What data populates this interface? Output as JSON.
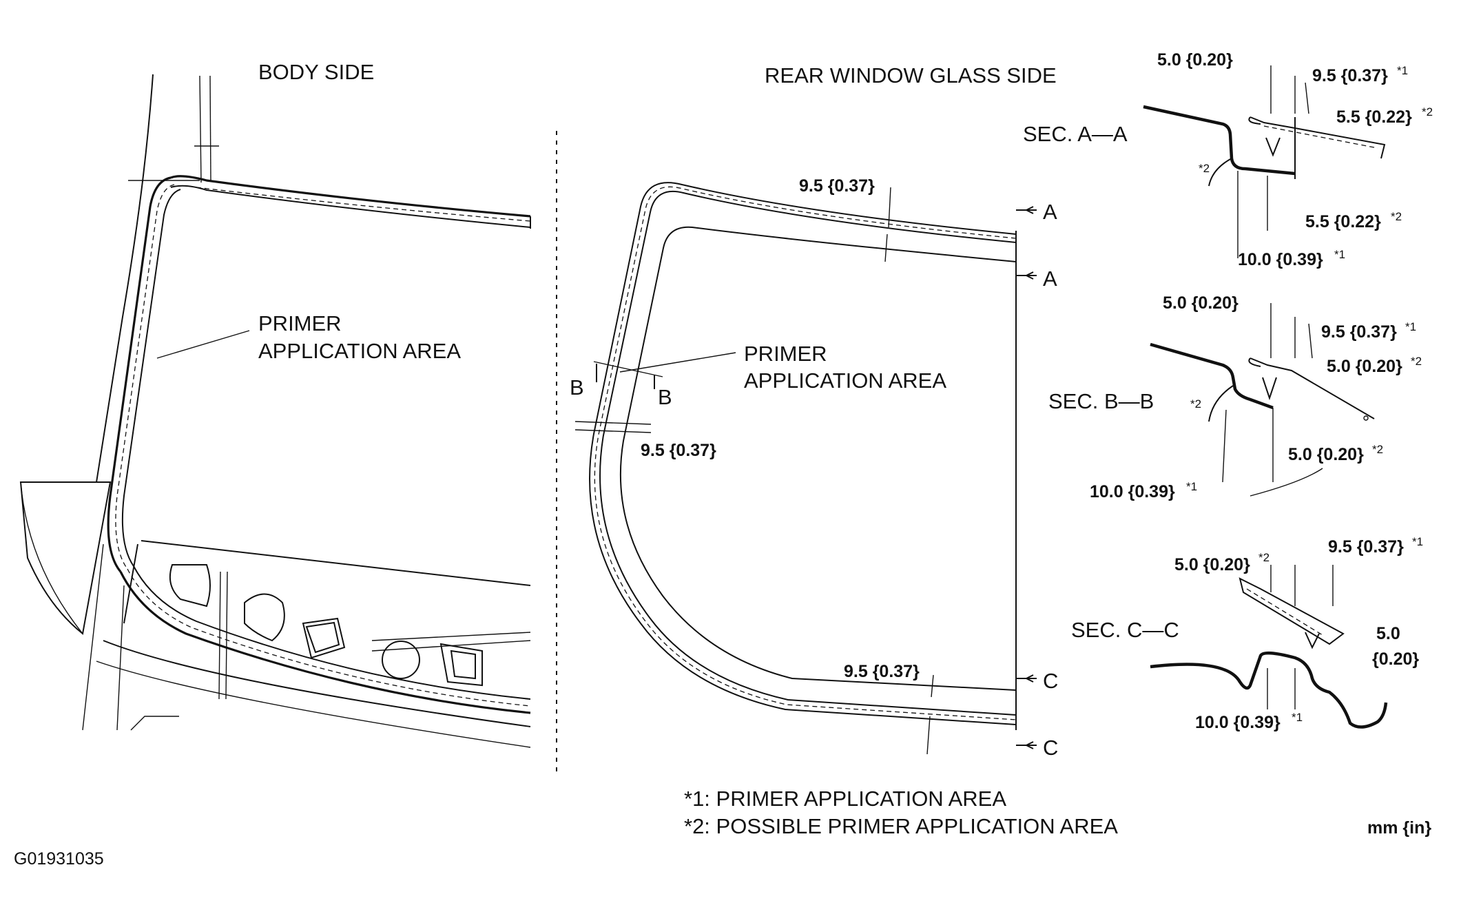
{
  "titles": {
    "body_side": "BODY SIDE",
    "glass_side": "REAR WINDOW GLASS SIDE"
  },
  "labels": {
    "primer_area_line1": "PRIMER",
    "primer_area_line2": "APPLICATION AREA",
    "cut_a": "A",
    "cut_b": "B",
    "cut_c": "C"
  },
  "dimensions": {
    "top_width": "9.5 {0.37}",
    "side_width": "9.5 {0.37}",
    "bottom_width": "9.5 {0.37}"
  },
  "sections": {
    "aa": {
      "title": "SEC. A—A",
      "d1": "5.0 {0.20}",
      "d2": "9.5 {0.37}",
      "d2_mark": "*1",
      "d3": "5.5 {0.22}",
      "d3_mark": "*2",
      "d4": "5.5 {0.22}",
      "d4_mark": "*2",
      "d5": "10.0 {0.39}",
      "d5_mark": "*1",
      "angle_mark": "*2"
    },
    "bb": {
      "title": "SEC. B—B",
      "d1": "5.0 {0.20}",
      "d2": "9.5 {0.37}",
      "d2_mark": "*1",
      "d3": "5.0 {0.20}",
      "d3_mark": "*2",
      "d4": "5.0 {0.20}",
      "d4_mark": "*2",
      "d5": "10.0 {0.39}",
      "d5_mark": "*1",
      "angle_mark": "*2"
    },
    "cc": {
      "title": "SEC. C—C",
      "d1": "5.0 {0.20}",
      "d1_mark": "*2",
      "d2": "9.5 {0.37}",
      "d2_mark": "*1",
      "d3_line1": "5.0",
      "d3_line2": "{0.20}",
      "d4": "10.0 {0.39}",
      "d4_mark": "*1"
    }
  },
  "notes": {
    "n1": "*1: PRIMER APPLICATION AREA",
    "n2": "*2: POSSIBLE PRIMER APPLICATION AREA",
    "units": "mm {in}",
    "figure_id": "G01931035"
  }
}
